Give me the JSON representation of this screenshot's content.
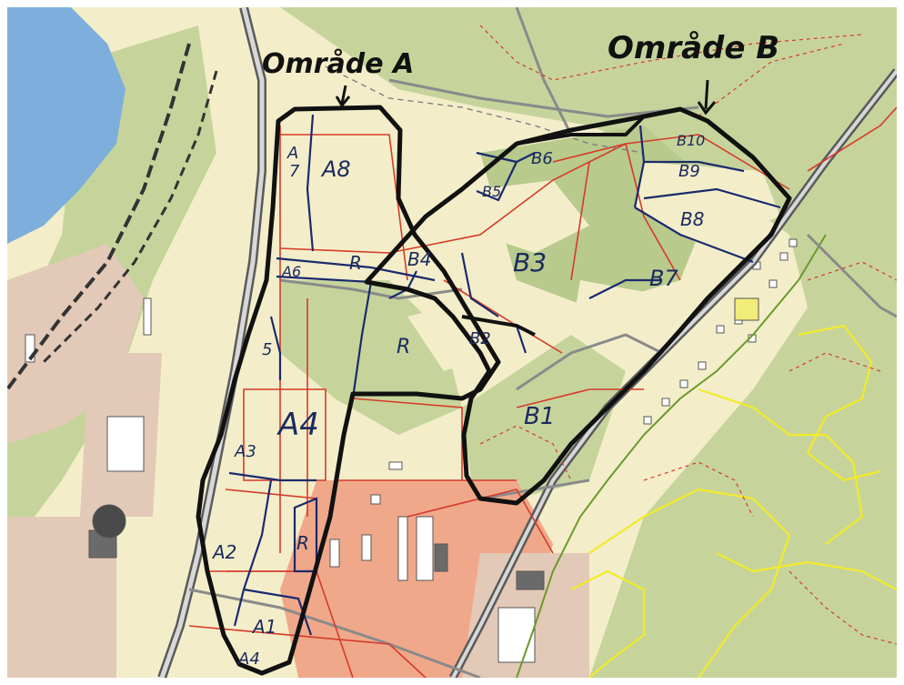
{
  "map": {
    "colors": {
      "water": "#7eaedc",
      "forest": "#c6d49c",
      "forest_dark": "#b8ca8c",
      "open_land": "#f3eec9",
      "built": "#e3c9b7",
      "industrial": "#f0a88a",
      "road": "#8a8a8a",
      "highway": "#5a5a5a",
      "red_boundary": "#d63a2a",
      "trail_yellow": "#f2ea2a",
      "trail_green": "#6a9a2c",
      "ink_black": "#111111",
      "ink_blue": "#1a2a6e"
    },
    "headings": {
      "area_a": "Område A",
      "area_b": "Område B"
    },
    "zones": {
      "A1": "A1",
      "A2": "A2",
      "A3": "A3",
      "A4_main": "A4",
      "A4_bottom": "A4",
      "A5": "5",
      "A6": "A6",
      "A7": "A\n7",
      "A8": "A8",
      "R1": "R",
      "R2": "R",
      "R3": "R",
      "B1": "B1",
      "B2": "B2",
      "B3": "B3",
      "B4": "B4",
      "B5": "B5",
      "B6": "B6",
      "B7": "B7",
      "B8": "B8",
      "B9": "B9",
      "B10": "B10"
    }
  }
}
